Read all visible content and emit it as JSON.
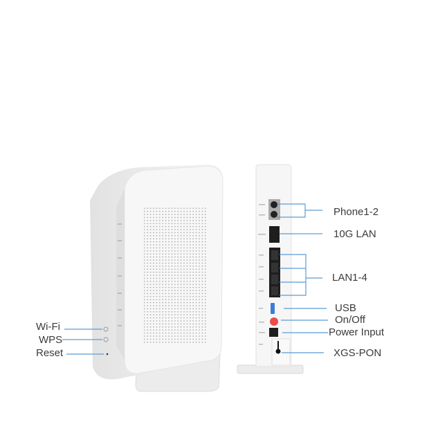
{
  "front_labels": {
    "wifi": "Wi-Fi",
    "wps": "WPS",
    "reset": "Reset"
  },
  "rear_labels": {
    "phone": "Phone1-2",
    "lan10g": "10G LAN",
    "lan": "LAN1-4",
    "usb": "USB",
    "onoff": "On/Off",
    "power": "Power Input",
    "pon": "XGS-PON"
  },
  "colors": {
    "callout_line": "#5b9bd5",
    "label_text": "#3a3a3a",
    "device_body": "#f4f4f4",
    "power_button": "#f04a4a",
    "usb_port": "#3b7dd8"
  }
}
